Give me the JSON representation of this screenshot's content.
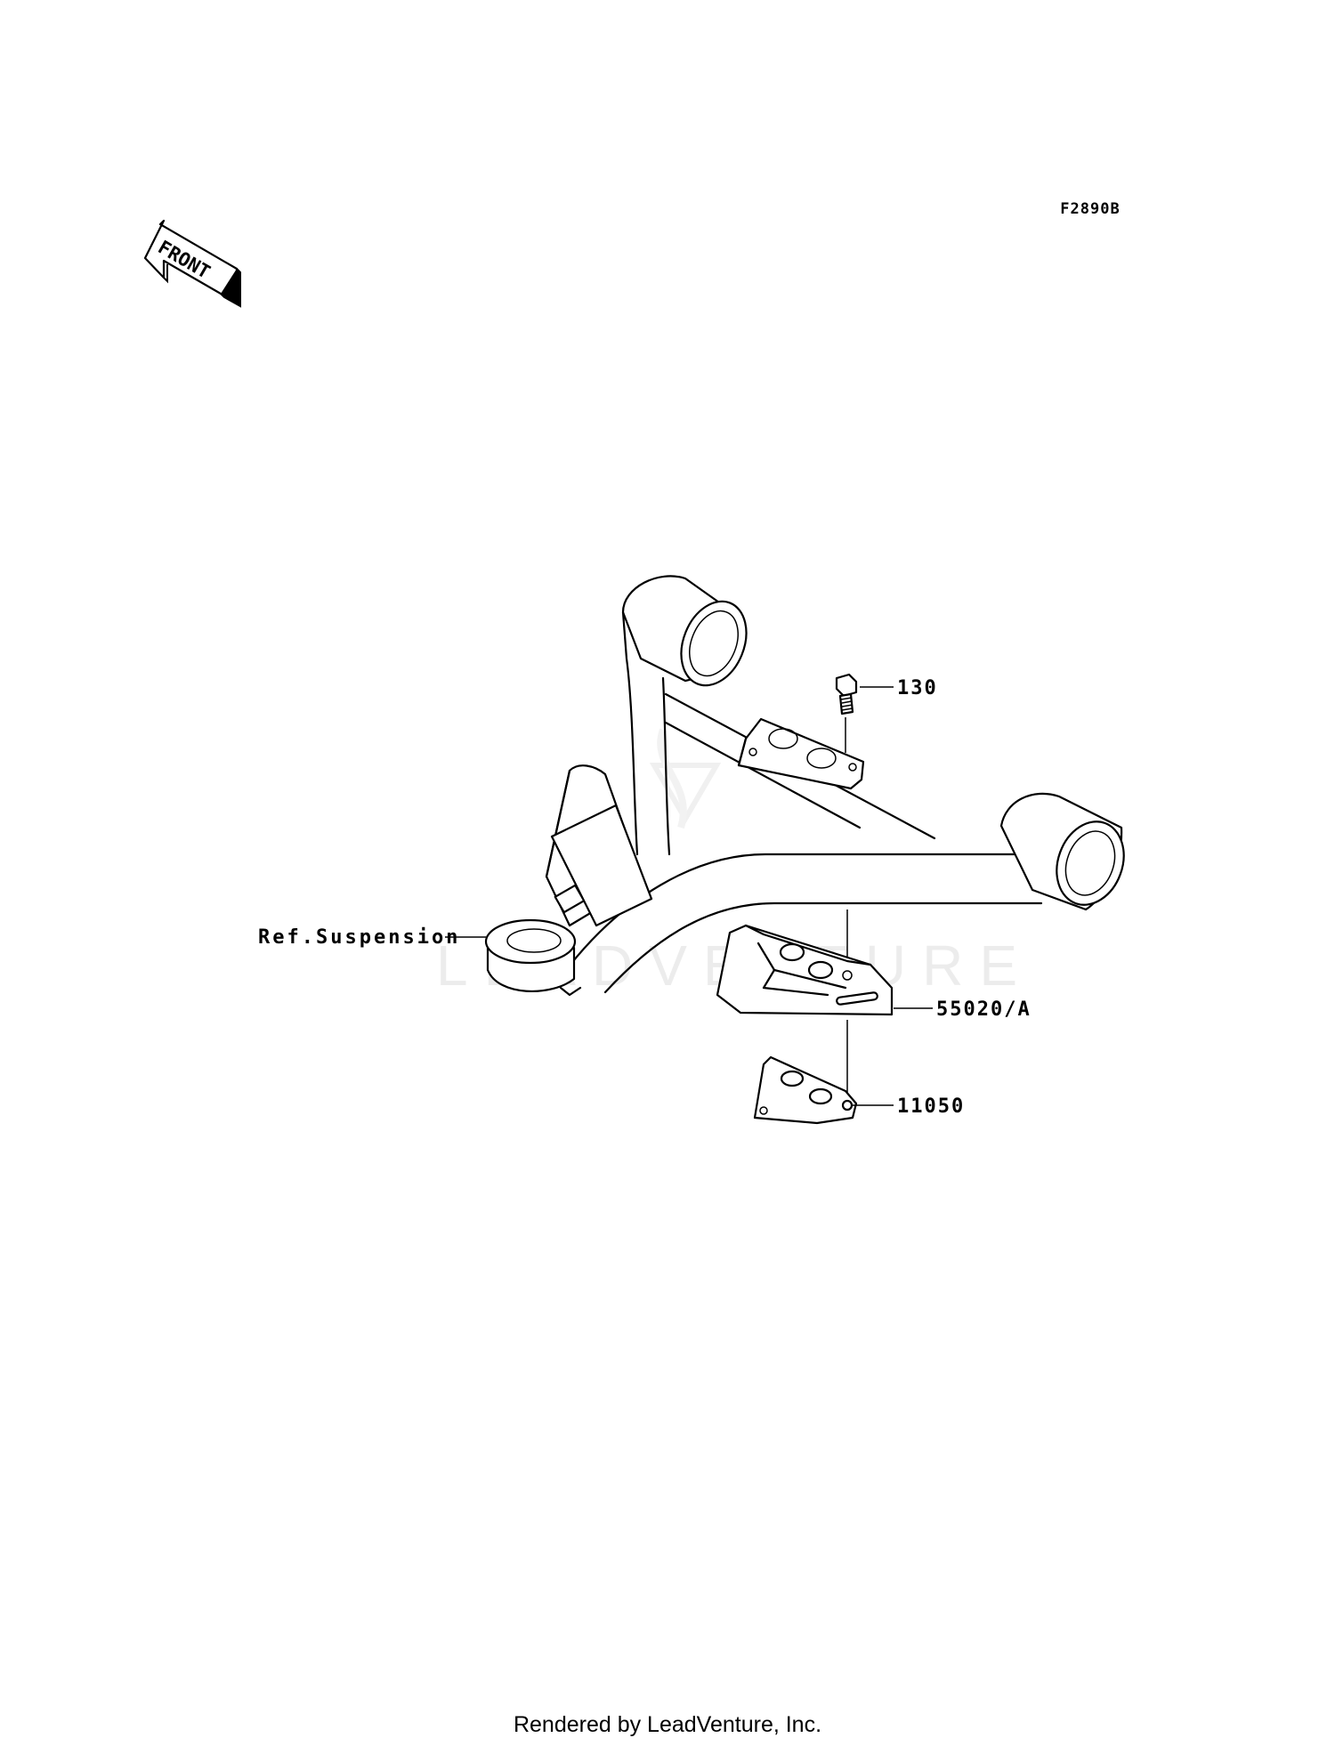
{
  "diagram": {
    "code": "F2890B",
    "front_arrow_text": "FRONT",
    "watermark": "LEADVENTURE",
    "footer": "Rendered by LeadVenture, Inc.",
    "callouts": [
      {
        "label": "130",
        "part": "bolt"
      },
      {
        "label": "55020/A",
        "part": "guard-plate"
      },
      {
        "label": "11050",
        "part": "bracket-plate"
      },
      {
        "label": "Ref.Suspension",
        "part": "suspension-arm"
      }
    ]
  }
}
